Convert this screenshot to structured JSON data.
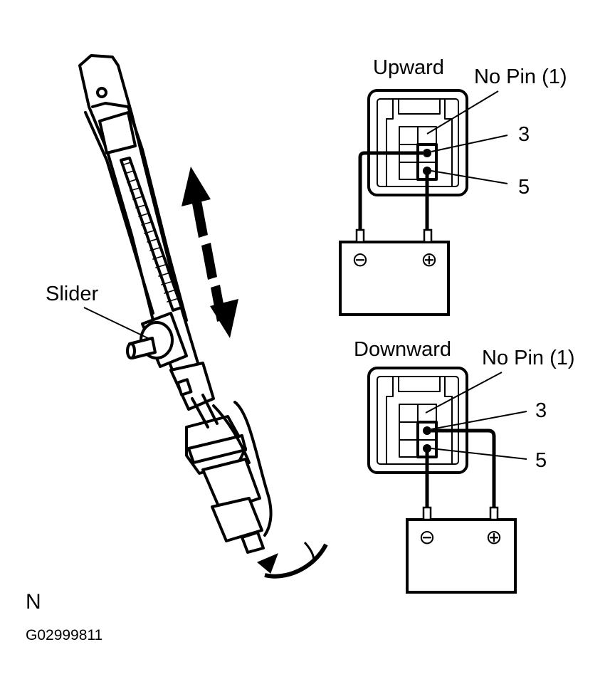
{
  "slider_assembly": {
    "slider_label": "Slider"
  },
  "upward_test": {
    "title": "Upward",
    "no_pin_label": "No Pin (1)",
    "pin_3_label": "3",
    "pin_5_label": "5",
    "battery_negative": "⊖",
    "battery_positive": "⊕"
  },
  "downward_test": {
    "title": "Downward",
    "no_pin_label": "No Pin (1)",
    "pin_3_label": "3",
    "pin_5_label": "5",
    "battery_negative": "⊖",
    "battery_positive": "⊕"
  },
  "footer": {
    "view_letter": "N",
    "figure_code": "G02999811"
  }
}
